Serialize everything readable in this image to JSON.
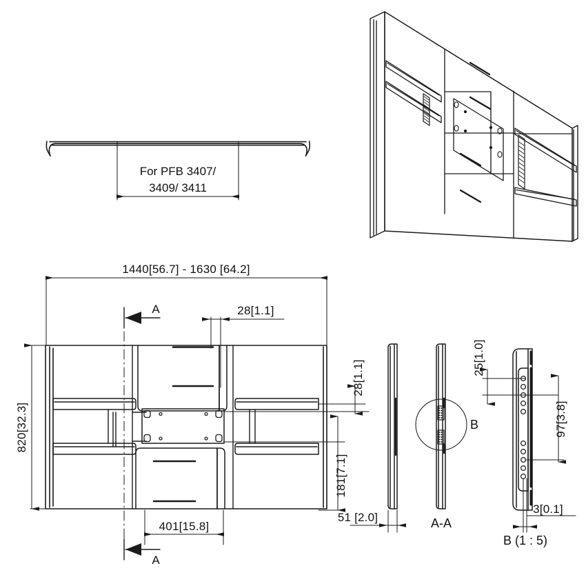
{
  "drawing": {
    "title": "Flat panel wall mount assembly drawing",
    "background_color": "#ffffff",
    "line_color": "#1a1a1a",
    "text_color": "#111111"
  },
  "views": {
    "top_profile": {
      "name": "top-profile-view",
      "note_line1": "For PFB 3407/",
      "note_line2": "3409/ 3411"
    },
    "isometric": {
      "name": "isometric-view"
    },
    "front": {
      "name": "front-view",
      "dim_width": "1440[56.7] - 1630 [64.2]",
      "dim_height": "820[32.3]",
      "dim_top_offset": "28[1.1]",
      "dim_right_small": "28[1.1]",
      "dim_right_large": "181[7.1]",
      "dim_bottom": "401[15.8]",
      "section_letter_top": "A",
      "section_letter_bottom": "A"
    },
    "side": {
      "name": "side-view",
      "dim_thickness": "51 [2.0]"
    },
    "section_aa": {
      "name": "section-a-a-view",
      "label": "A-A",
      "detail_circle_letter": "B"
    },
    "detail_b": {
      "name": "detail-b-view",
      "label": "B (1 : 5)",
      "dim_top": "25[1.0]",
      "dim_spacing": "97[3.8]",
      "dim_thickness": "3[0.1]"
    }
  }
}
